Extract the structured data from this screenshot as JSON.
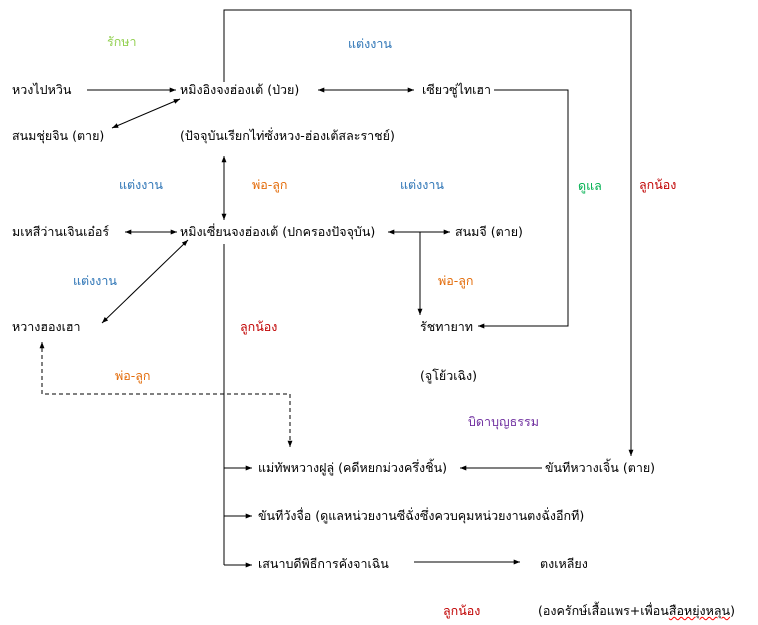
{
  "nodes": {
    "huang_paiwin": "หวงไปหวิน",
    "sanom_chui": "สนมชุ่ยจิน (ตาย)",
    "mingi_cheng": "หมิงอิงจงฮ่องเต้ (ป่วย)",
    "mingi_note": "(ปัจจุบันเรียกไท่ซั่งหวง-ฮ่องเต้สละราชย์)",
    "xiew_zhu": "เซียวซู่ไทเฮา",
    "mahesi": "มเหสีว่านเจินเอ๋อร์",
    "mingxien": "หมิงเซี่ยนจงฮ่องเต้ (ปกครองปัจจุบัน)",
    "sanom_ji": "สนมจี (ตาย)",
    "huang_hong": "หวางฮองเฮา",
    "heir": "รัชทายาท",
    "heir_name": "(จูโย้วเฉิง)",
    "general": "แม่ทัพหวางฝูลู่ (คดีหยกม่วงครึ่งชิ้น)",
    "eunuch_huang": "ขันทีหวางเจิ้น (ตาย)",
    "eunuch_wang": "ขันทีวังจื่อ (ดูแลหน่วยงานซีฉั่งซึ่งควบคุมหน่วยงานตงฉั่งอีกที)",
    "minister": "เสนาบดีพิธีการคังจาเฉิน",
    "tong_liang": "ตงเหลียง"
  },
  "relations": {
    "love": "รักษา",
    "marry_top": "แต่งงาน",
    "marry_left": "แต่งงาน",
    "marry_mid": "แต่งงาน",
    "marry_low": "แต่งงาน",
    "father_son_1": "พ่อ-ลูก",
    "father_son_2": "พ่อ-ลูก",
    "father_son_3": "พ่อ-ลูก",
    "care": "ดูแล",
    "subordinate_right": "ลูกน้อง",
    "subordinate_mid": "ลูกน้อง",
    "subordinate_bottom": "ลูกน้อง",
    "adoptive_father": "บิดาบุญธรรม"
  },
  "footnote": {
    "prefix": "(องครักษ์เสื้อแพร+เพื่อน",
    "squiggled": "สือหยุ่งหลุน",
    "suffix": ")"
  },
  "colors": {
    "love": "#92d050",
    "marry": "#2e75b6",
    "father_son": "#e36c0a",
    "subordinate": "#c00000",
    "care": "#00b050",
    "adoptive": "#7030a0"
  }
}
